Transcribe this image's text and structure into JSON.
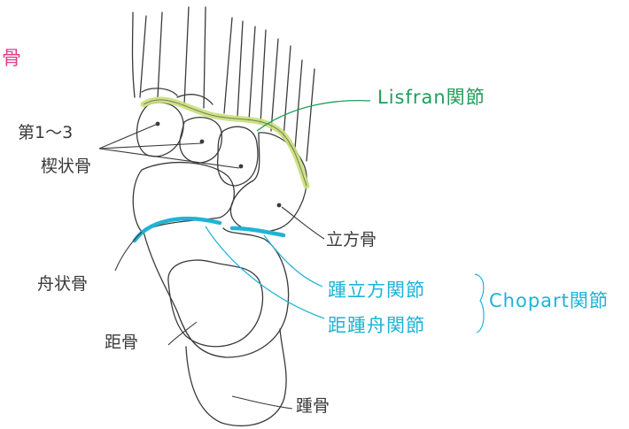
{
  "labels": {
    "corner_pink": "骨",
    "cuneiform_line1": "第1～3",
    "cuneiform_line2": "楔状骨",
    "lisfranc": "Lisfran関節",
    "cuboid": "立方骨",
    "navicular": "舟状骨",
    "calcaneocuboid": "踵立方関節",
    "talocalcaneonavicular": "距踵舟関節",
    "chopart": "Chopart関節",
    "talus": "距骨",
    "calcaneus": "踵骨"
  },
  "colors": {
    "ink": "#3a3a3a",
    "lisfranc_highlight": "#c9df7a",
    "lisfranc_text": "#1f9e5a",
    "chopart_joint": "#1fb3d6",
    "chopart_text": "#1fb3d6",
    "accent_pink": "#e0408a"
  }
}
